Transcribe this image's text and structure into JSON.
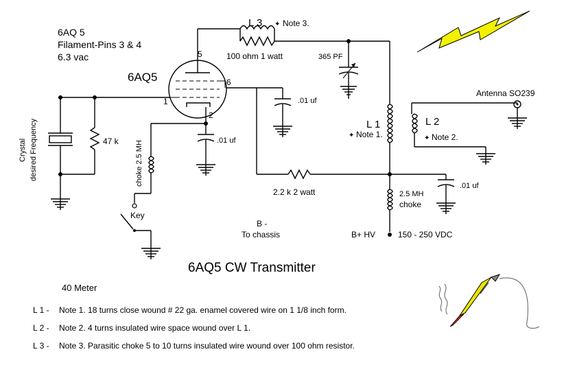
{
  "header": {
    "tube_line1": "6AQ 5",
    "tube_line2": "Filament-Pins 3 & 4",
    "tube_line3": "6.3 vac",
    "tube_label": "6AQ5"
  },
  "pins": {
    "p1": "1",
    "p2": "2",
    "p5": "5",
    "p6": "6"
  },
  "labels": {
    "l3_title": "L 3",
    "l3_note": "Note 3.",
    "l3_res": "100 ohm   1 watt",
    "var_cap": "365 PF",
    "cap_plate": ".01 uf",
    "cap_screen": ".01 uf",
    "cap_bplus": ".01 uf",
    "antenna": "Antenna SO239",
    "l1_title": "L 1",
    "l1_note": "Note 1.",
    "l2_title": "L 2",
    "l2_note": "Note 2.",
    "res_47k": "47 k",
    "crystal_line1": "Crystal",
    "crystal_line2": "desired Frequency",
    "choke_left": "choke  2.5 MH",
    "key": "Key",
    "res_22k": "2.2 k      2 watt",
    "rfc_value": "2.5 MH",
    "rfc_name": "choke",
    "b_minus": "B -",
    "to_chassis": "To chassis",
    "b_plus": "B+ HV",
    "supply": "150 - 250 VDC"
  },
  "title": "6AQ5  CW  Transmitter",
  "band": "40 Meter",
  "notes": [
    {
      "ref": "L 1 -",
      "text": "Note 1. 18 turns close wound # 22 ga. enamel covered wire on 1 1/8 inch form."
    },
    {
      "ref": "L 2 -",
      "text": "Note 2. 4 turns insulated wire space wound over L 1."
    },
    {
      "ref": "L 3 -",
      "text": "Note 3. Parasitic choke 5 to 10 turns insulated wire wound over 100 ohm resistor."
    }
  ],
  "colors": {
    "lightning": "#f2f200",
    "iron_handle": "#e6e600",
    "iron_tip": "#cc2200"
  }
}
